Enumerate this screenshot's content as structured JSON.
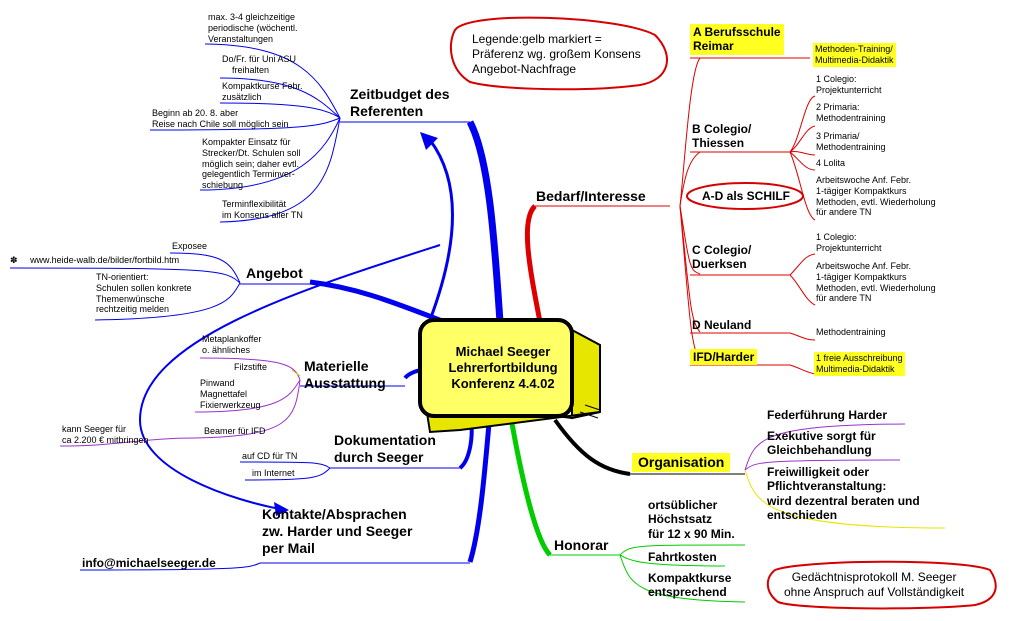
{
  "colors": {
    "blue": "#0000ee",
    "red": "#d60000",
    "green": "#00cc00",
    "black": "#000000",
    "purple": "#9933cc",
    "yellow_highlight": "#ffff22",
    "center_fill": "#ffff66"
  },
  "center": {
    "line1": "Michael Seeger",
    "line2": "Lehrerfortbildung",
    "line3": "Konferenz 4.4.02"
  },
  "legend": {
    "line1": "Legende:gelb markiert =",
    "line2": "Präferenz wg. großem Konsens",
    "line3": "Angebot-Nachfrage"
  },
  "disclaimer": {
    "line1": "Gedächtnisprotokoll M. Seeger",
    "line2": "ohne Anspruch auf Vollständigkeit"
  },
  "zeitbudget": {
    "title1": "Zeitbudget des",
    "title2": "Referenten",
    "items": [
      [
        "max. 3-4 gleichzeitige",
        "periodische (wöchentl.",
        "Veranstaltungen"
      ],
      [
        "Do/Fr. für Uni ASU",
        "freihalten"
      ],
      [
        "Kompaktkurse Febr.",
        "zusätzlich"
      ],
      [
        "Beginn ab 20. 8. aber",
        "Reise nach Chile soll möglich sein"
      ],
      [
        "Kompakter Einsatz für",
        "Strecker/Dt. Schulen soll",
        "möglich sein; daher evtl.",
        "gelegentlich Terminver-",
        "schiebung"
      ],
      [
        "Terminflexibilität",
        "im Konsens aller TN"
      ]
    ]
  },
  "angebot": {
    "title": "Angebot",
    "exposee": "Exposee",
    "url": "www.heide-walb.de/bilder/fortbild.htm",
    "tn": [
      "TN-orientiert:",
      "Schulen sollen konkrete",
      "Themenwünsche",
      "rechtzeitig melden"
    ]
  },
  "materiell": {
    "title1": "Materielle",
    "title2": "Ausstattung",
    "meta": [
      "Metaplankoffer",
      "o. ähnliches"
    ],
    "filz": "Filzstifte",
    "pin": [
      "Pinwand",
      "Magnettafel",
      "Fixierwerkzeug"
    ],
    "beamer": "Beamer für IFD",
    "kann": [
      "kann Seeger für",
      "ca  2.200 € mitbringen"
    ]
  },
  "doku": {
    "title1": "Dokumentation",
    "title2": "durch Seeger",
    "cd": "auf CD für TN",
    "internet": "im Internet"
  },
  "kontakte": {
    "title1": "Kontakte/Absprachen",
    "title2": "zw. Harder und Seeger",
    "title3": "per Mail",
    "email": "info@michaelseeger.de"
  },
  "bedarf": {
    "title": "Bedarf/Interesse",
    "a_title": [
      "A Berufsschule",
      "Reimar"
    ],
    "a_item": [
      "Methoden-Training/",
      "Multimedia-Didaktik"
    ],
    "b_title": [
      "B Colegio/",
      "Thiessen"
    ],
    "b_items": [
      [
        "1 Colegio:",
        "Projektunterricht"
      ],
      [
        "2 Primaria:",
        "Methodentraining"
      ],
      [
        "3 Primaria/",
        "Methodentraining"
      ],
      [
        "4 Lolita"
      ],
      [
        "Arbeitswoche  Anf. Febr.",
        "1-tägiger Kompaktkurs",
        "Methoden, evtl. Wiederholung",
        "für andere TN"
      ]
    ],
    "schilf": "A-D als SCHILF",
    "c_title": [
      "C Colegio/",
      "Duerksen"
    ],
    "c_items": [
      [
        "1 Colegio:",
        "Projektunterricht"
      ],
      [
        "Arbeitswoche  Anf. Febr.",
        "1-tägiger Kompaktkurs",
        "Methoden, evtl. Wiederholung",
        "für andere TN"
      ]
    ],
    "d_title": "D Neuland",
    "d_item": "Methodentraining",
    "ifd_title": "IFD/Harder",
    "ifd_item": [
      "1 freie Ausschreibung",
      "Multimedia-Didaktik"
    ]
  },
  "organisation": {
    "title": "Organisation",
    "items": [
      [
        "Federführung Harder"
      ],
      [
        "Exekutive sorgt für",
        "Gleichbehandlung"
      ],
      [
        "Freiwilligkeit oder",
        "Pflichtveranstaltung:",
        "wird dezentral beraten und",
        "entschieden"
      ]
    ]
  },
  "honorar": {
    "title": "Honorar",
    "items": [
      [
        "ortsüblicher",
        "Höchstsatz",
        "für 12 x 90 Min."
      ],
      [
        "Fahrtkosten"
      ],
      [
        "Kompaktkurse",
        "entsprechend"
      ]
    ]
  }
}
